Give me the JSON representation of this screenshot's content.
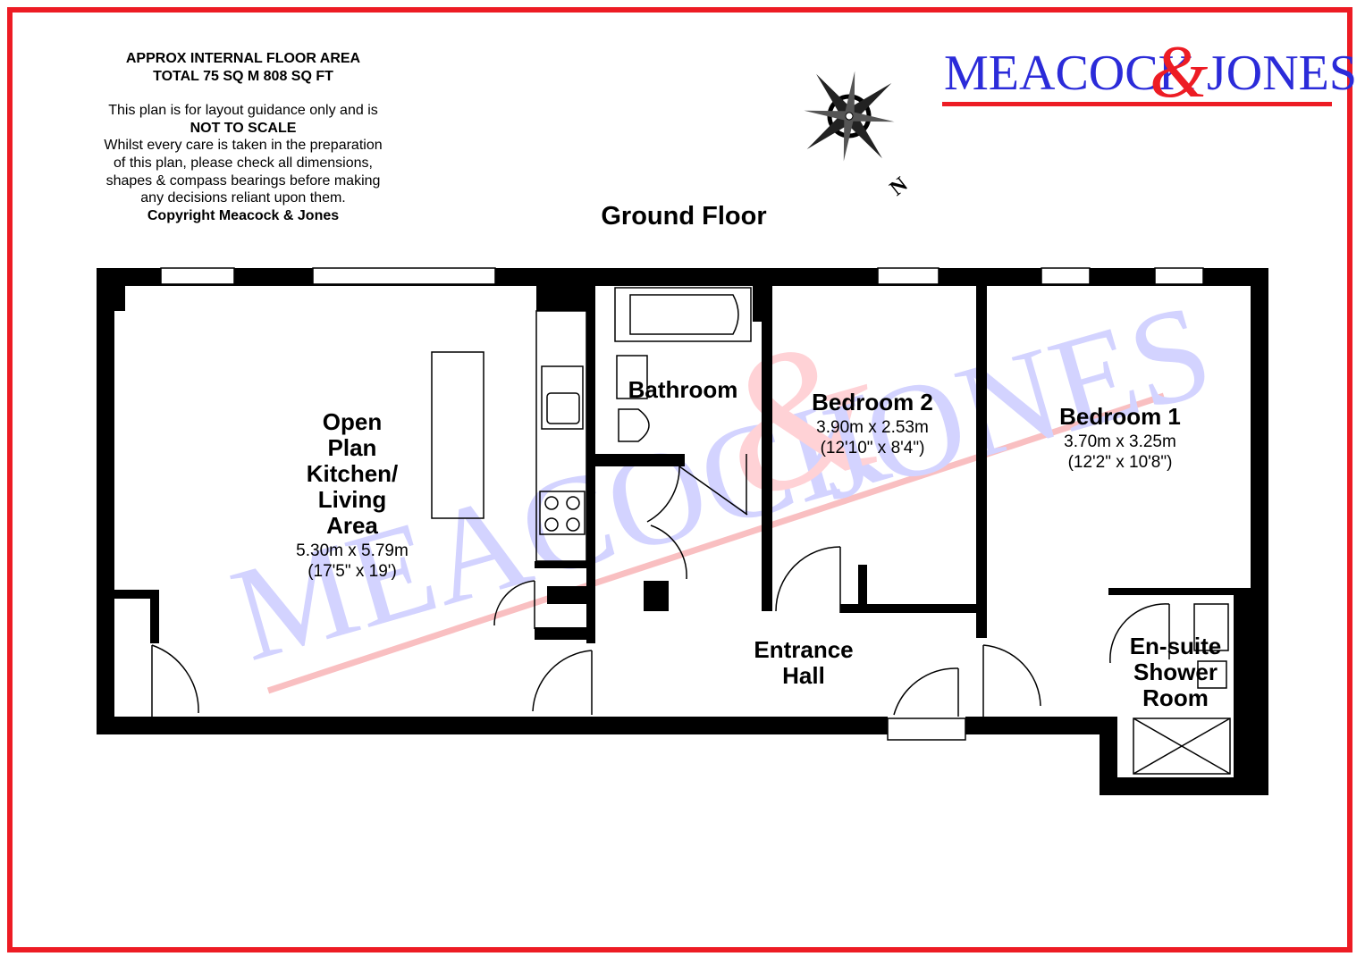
{
  "disclaimer": {
    "area_line1": "APPROX INTERNAL FLOOR AREA",
    "area_line2": "TOTAL 75 SQ M 808 SQ FT",
    "guidance": "This plan is for layout guidance only and is",
    "not_to_scale": "NOT TO SCALE",
    "care_1": "Whilst every care is taken in the preparation",
    "care_2": "of this plan, please check all dimensions,",
    "care_3": "shapes & compass bearings before making",
    "care_4": "any decisions reliant upon them.",
    "copyright": "Copyright Meacock & Jones"
  },
  "brand": {
    "name_left": "MEACOCK",
    "ampersand": "&",
    "name_right": "JONES",
    "blue": "#2b2bd9",
    "red": "#ed1c24"
  },
  "compass": {
    "north_label": "N",
    "icon": "compass-rose-icon"
  },
  "floor": {
    "title": "Ground Floor"
  },
  "rooms": {
    "living": {
      "line1": "Open",
      "line2": "Plan",
      "line3": "Kitchen/",
      "line4": "Living",
      "line5": "Area",
      "dim_m": "5.30m x 5.79m",
      "dim_ft": "(17'5\" x 19')"
    },
    "bathroom": {
      "name": "Bathroom"
    },
    "bedroom2": {
      "name": "Bedroom 2",
      "dim_m": "3.90m x 2.53m",
      "dim_ft": "(12'10\" x 8'4\")"
    },
    "bedroom1": {
      "name": "Bedroom 1",
      "dim_m": "3.70m x 3.25m",
      "dim_ft": "(12'2\" x 10'8\")"
    },
    "hall": {
      "line1": "Entrance",
      "line2": "Hall"
    },
    "ensuite": {
      "line1": "En-suite",
      "line2": "Shower",
      "line3": "Room"
    }
  },
  "colors": {
    "frame": "#ed1c24",
    "wall": "#000000"
  }
}
